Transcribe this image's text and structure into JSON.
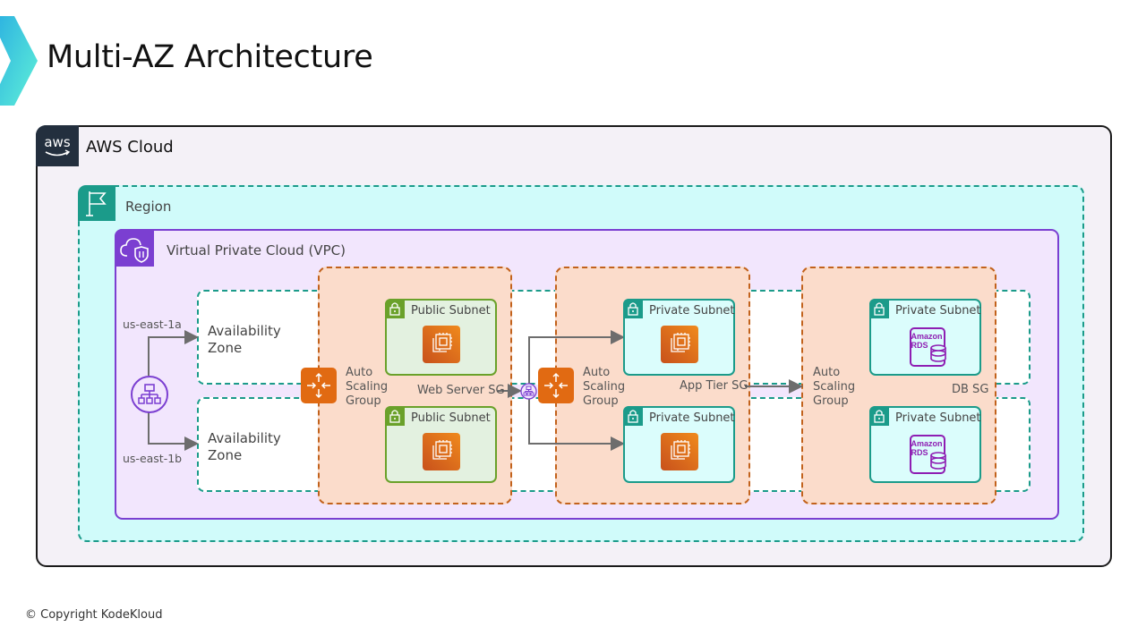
{
  "slide": {
    "title": "Multi-AZ Architecture",
    "copyright": "© Copyright KodeKloud",
    "accent_color": "#3fd0d8"
  },
  "aws_cloud": {
    "label": "AWS Cloud",
    "badge_text": "aws"
  },
  "region": {
    "label": "Region"
  },
  "vpc": {
    "label": "Virtual Private Cloud (VPC)"
  },
  "load_balancer": {
    "icon": "elastic-load-balancer-icon",
    "routes": [
      {
        "label": "us-east-1a",
        "target": "Availability Zone"
      },
      {
        "label": "us-east-1b",
        "target": "Availability Zone"
      }
    ]
  },
  "availability_zones": [
    {
      "label": "Availability Zone",
      "name": "us-east-1a"
    },
    {
      "label": "Availability Zone",
      "name": "us-east-1b"
    }
  ],
  "tiers": [
    {
      "asg_label": "Auto Scaling Group",
      "asg_lines": [
        "Auto",
        "Scaling",
        "Group"
      ],
      "security_group": "Web Server SG",
      "subnets": [
        {
          "label": "Public Subnet",
          "type": "public",
          "resource": "ec2-instance-icon"
        },
        {
          "label": "Public Subnet",
          "type": "public",
          "resource": "ec2-instance-icon"
        }
      ]
    },
    {
      "asg_label": "Auto Scaling Group",
      "asg_lines": [
        "Auto",
        "Scaling",
        "Group"
      ],
      "security_group": "App Tier SG",
      "subnets": [
        {
          "label": "Private Subnet",
          "type": "private",
          "resource": "ec2-instance-icon"
        },
        {
          "label": "Private Subnet",
          "type": "private",
          "resource": "ec2-instance-icon"
        }
      ]
    },
    {
      "asg_label": "Auto Scaling Group",
      "asg_lines": [
        "Auto",
        "Scaling",
        "Group"
      ],
      "security_group": "DB SG",
      "subnets": [
        {
          "label": "Private Subnet",
          "type": "private",
          "resource": "amazon-rds-icon",
          "resource_text": [
            "Amazon",
            "RDS"
          ]
        },
        {
          "label": "Private Subnet",
          "type": "private",
          "resource": "amazon-rds-icon",
          "resource_text": [
            "Amazon",
            "RDS"
          ]
        }
      ]
    }
  ],
  "colors": {
    "aws_cloud_border": "#1a1a1a",
    "region_teal": "#1b9b8a",
    "vpc_purple": "#7b3fd1",
    "asg_orange": "#c2621c",
    "public_subnet_green": "#6aa12a",
    "private_subnet_teal": "#1b9b8a",
    "ec2_orange": "#e16a12",
    "rds_purple": "#8e1eb3"
  }
}
